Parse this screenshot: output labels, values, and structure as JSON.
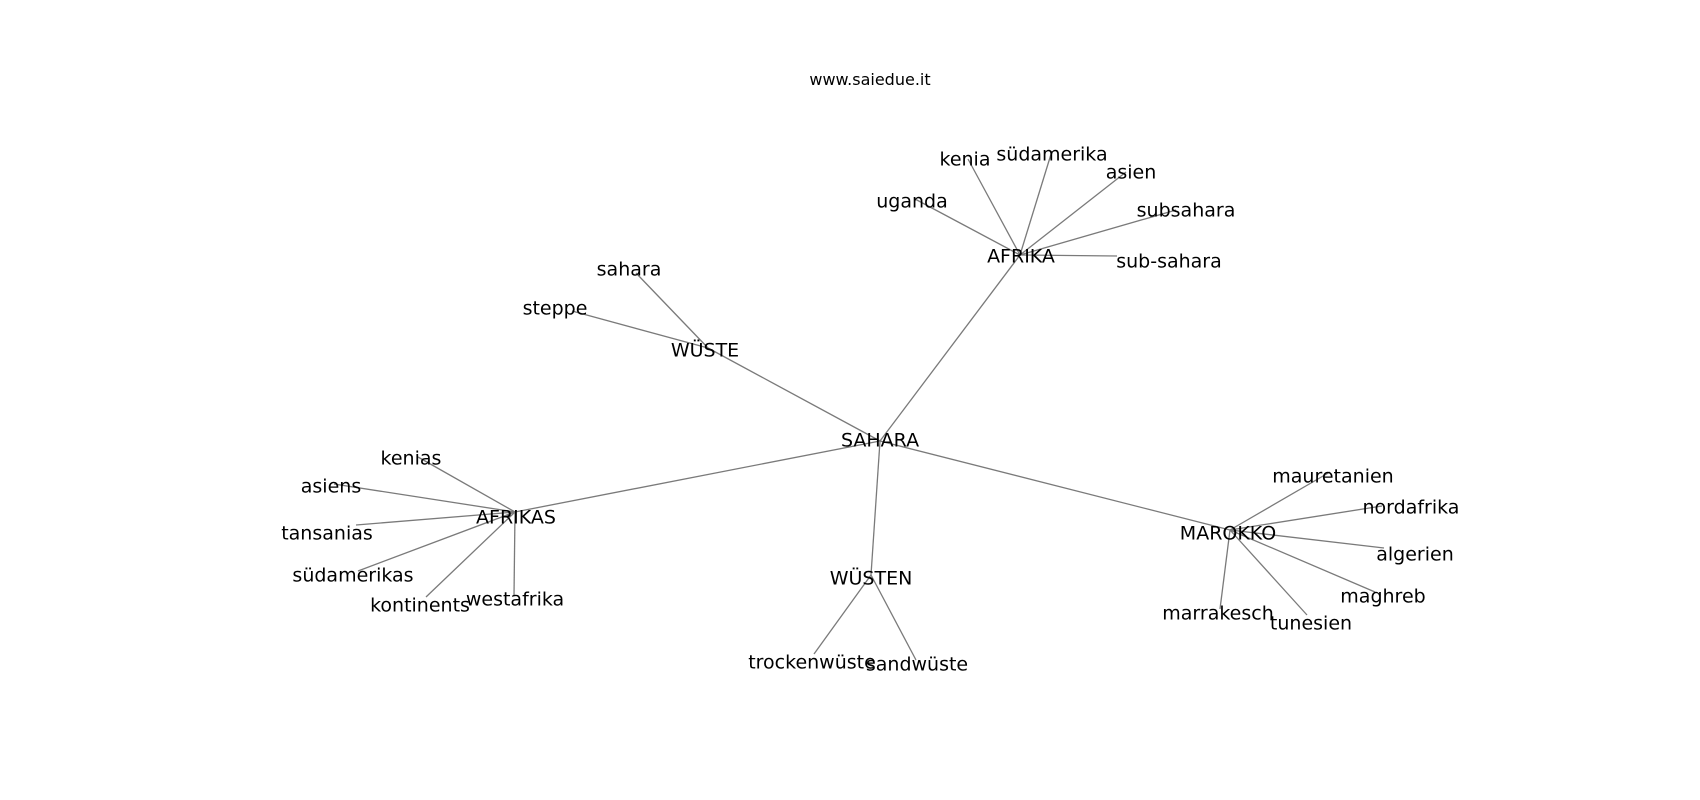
{
  "site": "www.saiedue.it",
  "edge_color": "#7a7a7a",
  "root": "SAHARA",
  "groups": [
    {
      "hub": "WÜSTE",
      "leaves": [
        "sahara",
        "steppe"
      ]
    },
    {
      "hub": "AFRIKA",
      "leaves": [
        "uganda",
        "kenia",
        "südamerika",
        "asien",
        "subsahara",
        "sub-sahara"
      ]
    },
    {
      "hub": "AFRIKAS",
      "leaves": [
        "kenias",
        "asiens",
        "tansanias",
        "südamerikas",
        "kontinents",
        "westafrika"
      ]
    },
    {
      "hub": "WÜSTEN",
      "leaves": [
        "trockenwüste",
        "sandwüste"
      ]
    },
    {
      "hub": "MAROKKO",
      "leaves": [
        "mauretanien",
        "nordafrika",
        "algerien",
        "maghreb",
        "tunesien",
        "marrakesch"
      ]
    }
  ]
}
